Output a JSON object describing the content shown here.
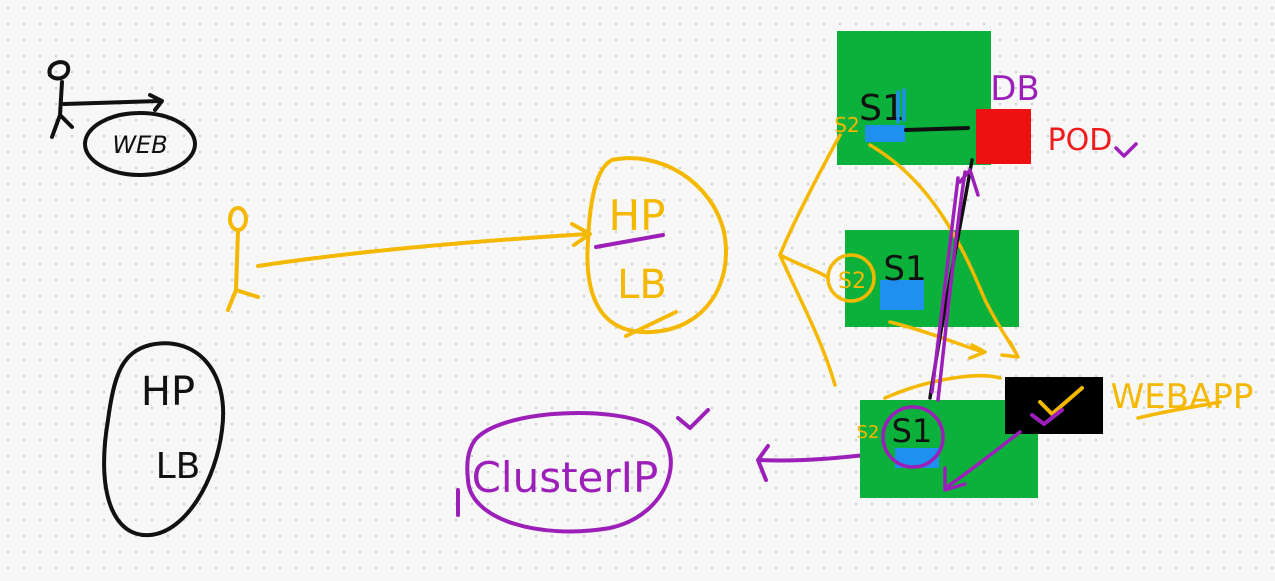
{
  "labels": {
    "web": "WEB",
    "hp_yellow": "HP",
    "lb_yellow": "LB",
    "hp_black": "HP",
    "lb_black": "LB",
    "cluster_ip": "ClusterIP",
    "db": "DB",
    "pod": "POD",
    "webapp": "WEBAPP",
    "node1_s1": "S1",
    "node1_s2": "S2",
    "node2_s1": "S1",
    "node2_s2": "S2",
    "node3_s1": "S1",
    "node3_s2": "S2"
  },
  "colors": {
    "background": "#f7f7f7",
    "black_ink": "#111111",
    "yellow_ink": "#f5b800",
    "purple_ink": "#9b1fb8",
    "red_ink": "#ee1c1c",
    "node_green": "#0bb13a",
    "service_blue": "#1f8ff0",
    "db_red": "#ee1111"
  }
}
